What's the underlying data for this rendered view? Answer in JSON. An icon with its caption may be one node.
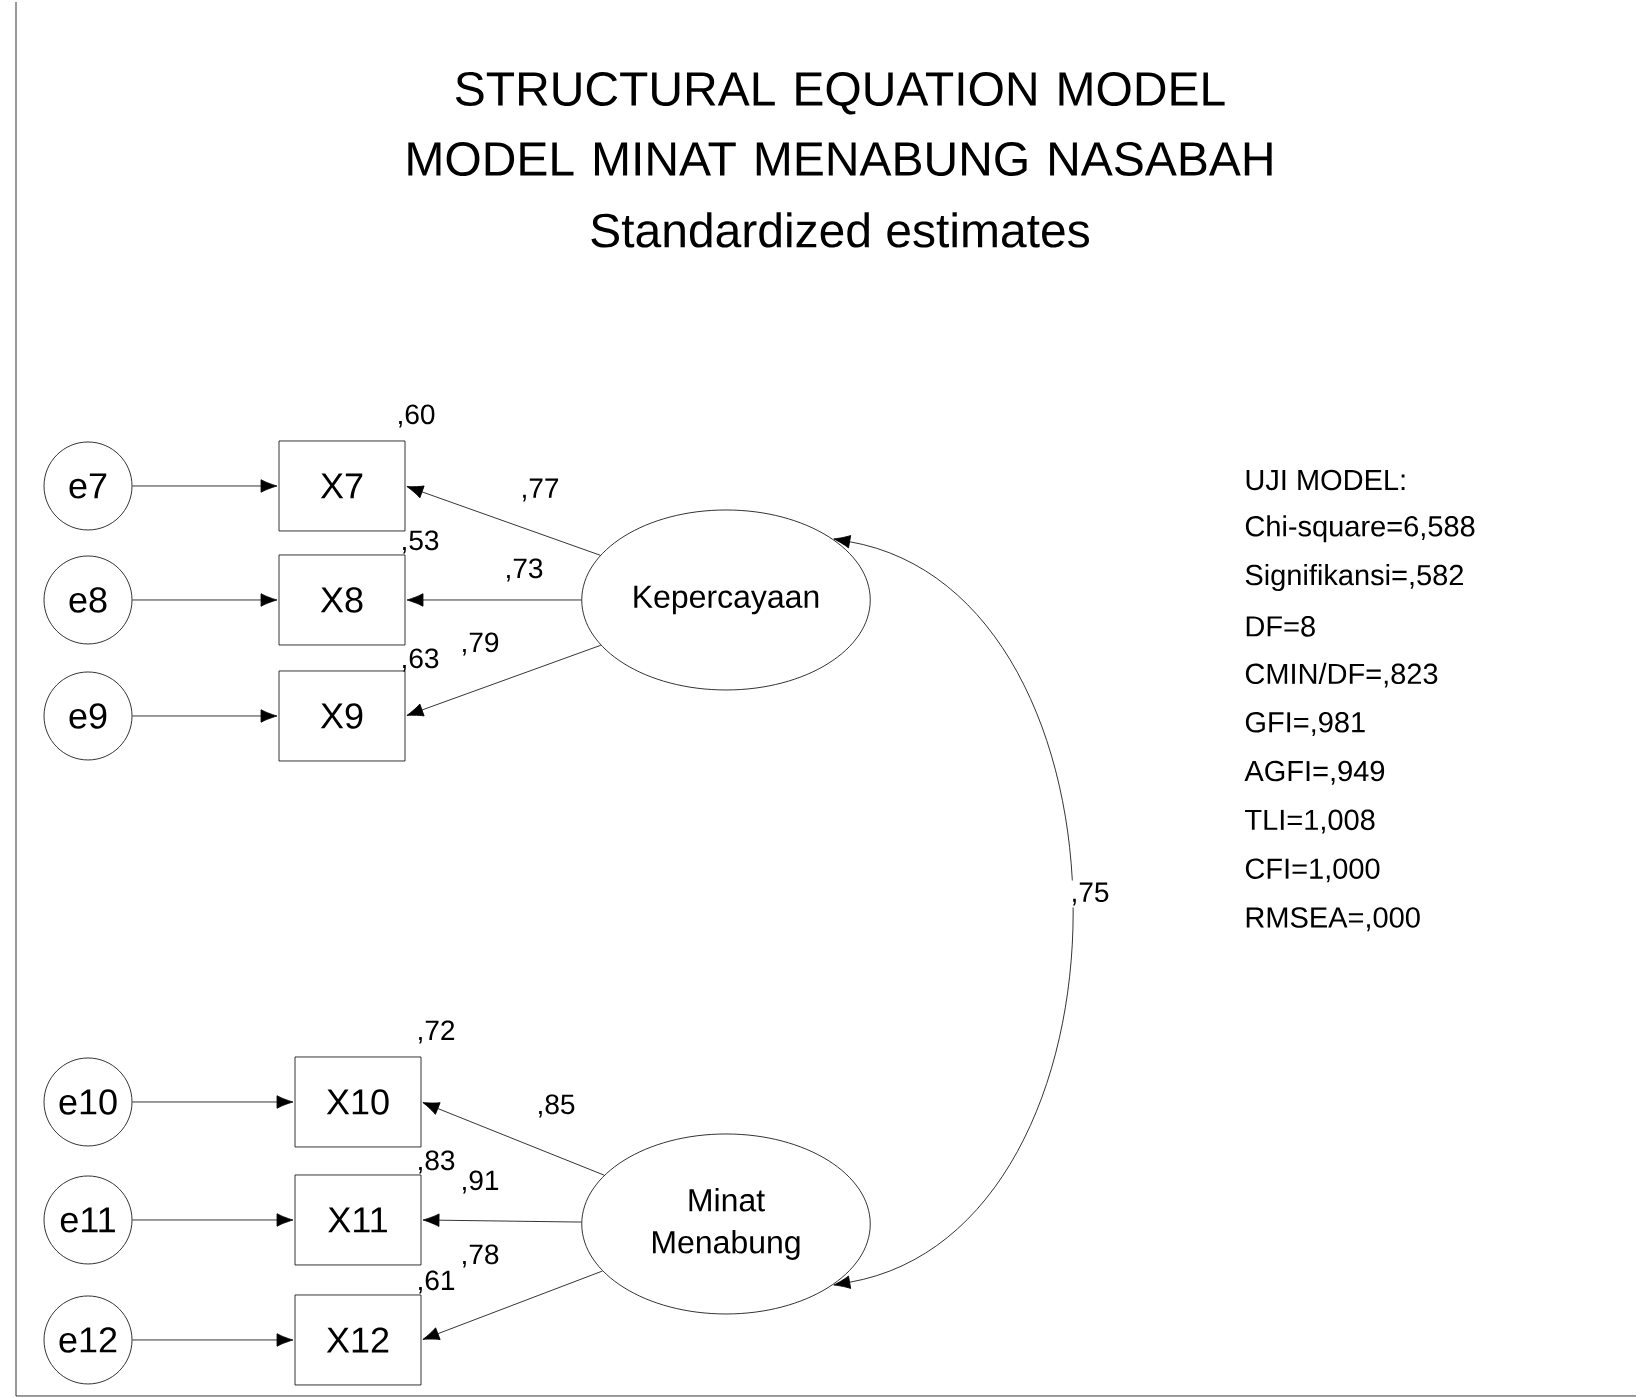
{
  "diagram": {
    "title": "STRUCTURAL EQUATION MODEL MODEL MINAT MENABUNG NASABAH",
    "nodes": [
      {
        "text": [
          "e7"
        ]
      },
      {
        "text": [
          "X7"
        ],
        "beside": [
          ",60"
        ]
      },
      {
        "text": [
          "e8"
        ]
      },
      {
        "text": [
          "X8"
        ],
        "beside": [
          ",53"
        ]
      },
      {
        "text": [
          "e9"
        ]
      },
      {
        "text": [
          "X9"
        ],
        "beside": [
          ",63"
        ]
      },
      {
        "text": [
          "Kepercayaan"
        ]
      },
      {
        "text": [
          "e10"
        ]
      },
      {
        "text": [
          "X10"
        ],
        "beside": [
          ",72"
        ]
      },
      {
        "text": [
          "e11"
        ]
      },
      {
        "text": [
          "X11"
        ],
        "beside": [
          ",83"
        ]
      },
      {
        "text": [
          "e12"
        ]
      },
      {
        "text": [
          "X12"
        ],
        "beside": [
          ",61"
        ]
      },
      {
        "text": [
          "Minat Menabung"
        ]
      }
    ],
    "edges": [
      {
        "from": 0,
        "to": 1,
        "arrow": "to"
      },
      {
        "from": 2,
        "to": 3,
        "arrow": "to"
      },
      {
        "from": 4,
        "to": 5,
        "arrow": "to"
      },
      {
        "from": 6,
        "to": 1,
        "arrow": "to",
        "label": ",77"
      },
      {
        "from": 6,
        "to": 3,
        "arrow": "to",
        "label": ",73"
      },
      {
        "from": 6,
        "to": 5,
        "arrow": "to",
        "label": ",79"
      },
      {
        "from": 7,
        "to": 8,
        "arrow": "to"
      },
      {
        "from": 9,
        "to": 10,
        "arrow": "to"
      },
      {
        "from": 11,
        "to": 12,
        "arrow": "to"
      },
      {
        "from": 13,
        "to": 8,
        "arrow": "to",
        "label": ",85"
      },
      {
        "from": 13,
        "to": 10,
        "arrow": "to",
        "label": ",91"
      },
      {
        "from": 13,
        "to": 12,
        "arrow": "to",
        "label": ",78"
      },
      {
        "from": 6,
        "to": 13,
        "arrow": "both",
        "label": ",75"
      }
    ],
    "labels": [
      "Standardized estimates",
      "UJI MODEL:",
      "Chi-square=6,588",
      "Signifikansi=,582",
      "DF=8",
      "CMIN/DF=,823",
      "GFI=,981",
      "AGFI=,949",
      "TLI=1,008",
      "CFI=1,000",
      "RMSEA=,000"
    ]
  }
}
